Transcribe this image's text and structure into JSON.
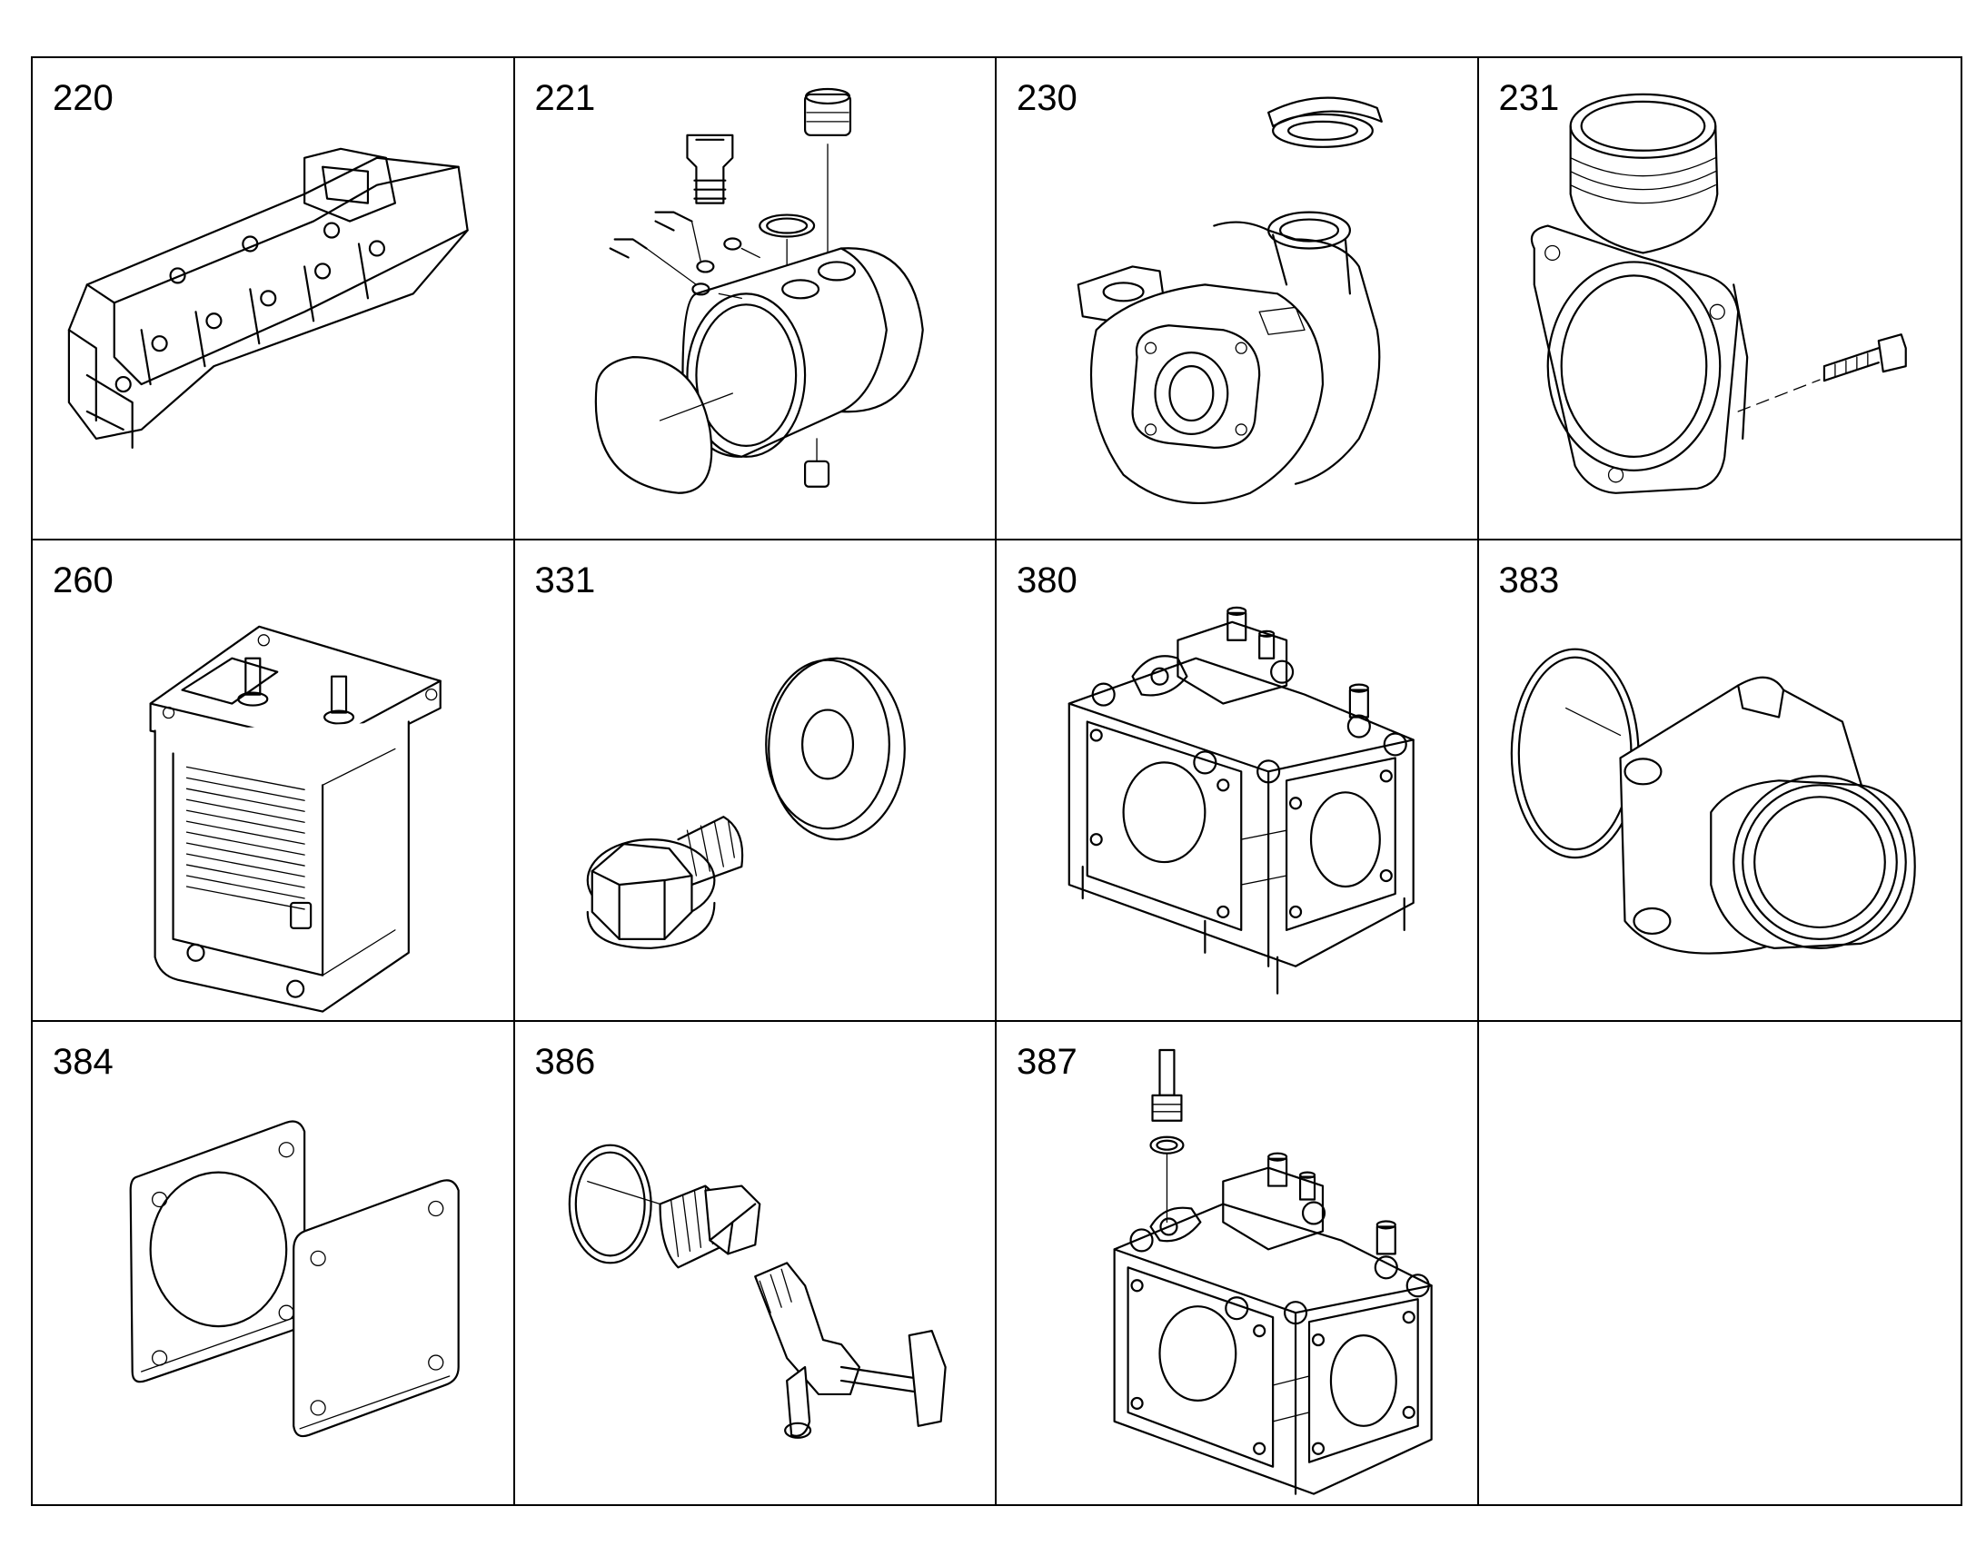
{
  "parts": [
    {
      "number": "220",
      "icon": "exhaust-manifold-icon"
    },
    {
      "number": "221",
      "icon": "pipe-connector-with-fittings-icon"
    },
    {
      "number": "230",
      "icon": "turbocharger-icon"
    },
    {
      "number": "231",
      "icon": "elbow-flange-with-bolt-icon"
    },
    {
      "number": "260",
      "icon": "heat-exchanger-icon"
    },
    {
      "number": "331",
      "icon": "bolt-and-washer-icon"
    },
    {
      "number": "380",
      "icon": "cooler-housing-icon"
    },
    {
      "number": "383",
      "icon": "flange-with-o-ring-icon"
    },
    {
      "number": "384",
      "icon": "gasket-and-cover-plate-icon"
    },
    {
      "number": "386",
      "icon": "drain-plug-and-tap-icon"
    },
    {
      "number": "387",
      "icon": "cooler-housing-with-fitting-icon"
    },
    {
      "number": "",
      "icon": ""
    }
  ]
}
